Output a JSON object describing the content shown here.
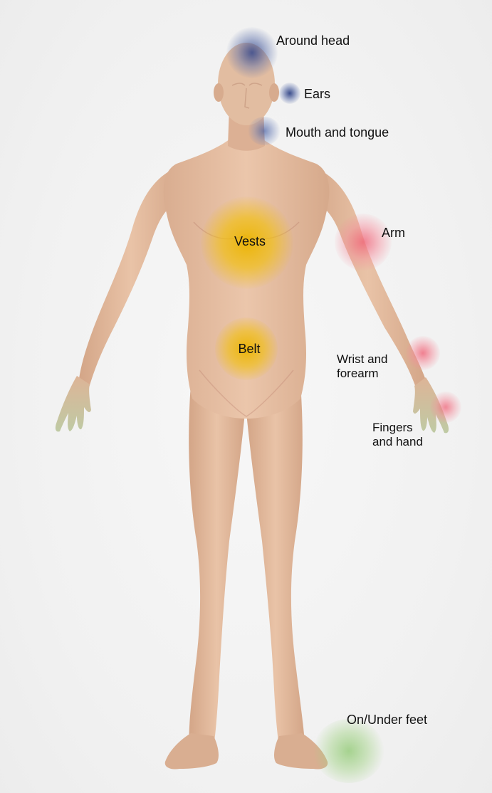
{
  "colors": {
    "skin": "#e8c2a6",
    "skin_shadow": "#c99c7e",
    "sense_zone": "#4a5f9e",
    "torso_zone": "#f0b800",
    "arm_zone": "#f07a8a",
    "feet_zone": "#9fcf86"
  },
  "zones": [
    {
      "id": "head",
      "label": "Around head",
      "color_key": "sense_zone"
    },
    {
      "id": "ears",
      "label": "Ears",
      "color_key": "sense_zone"
    },
    {
      "id": "mouth",
      "label": "Mouth and tongue",
      "color_key": "sense_zone"
    },
    {
      "id": "vests",
      "label": "Vests",
      "color_key": "torso_zone"
    },
    {
      "id": "arm",
      "label": "Arm",
      "color_key": "arm_zone"
    },
    {
      "id": "belt",
      "label": "Belt",
      "color_key": "torso_zone"
    },
    {
      "id": "wrist",
      "label": "Wrist and\nforearm",
      "color_key": "arm_zone"
    },
    {
      "id": "fingers",
      "label": "Fingers\nand hand",
      "color_key": "arm_zone"
    },
    {
      "id": "feet",
      "label": "On/Under feet",
      "color_key": "feet_zone"
    }
  ]
}
